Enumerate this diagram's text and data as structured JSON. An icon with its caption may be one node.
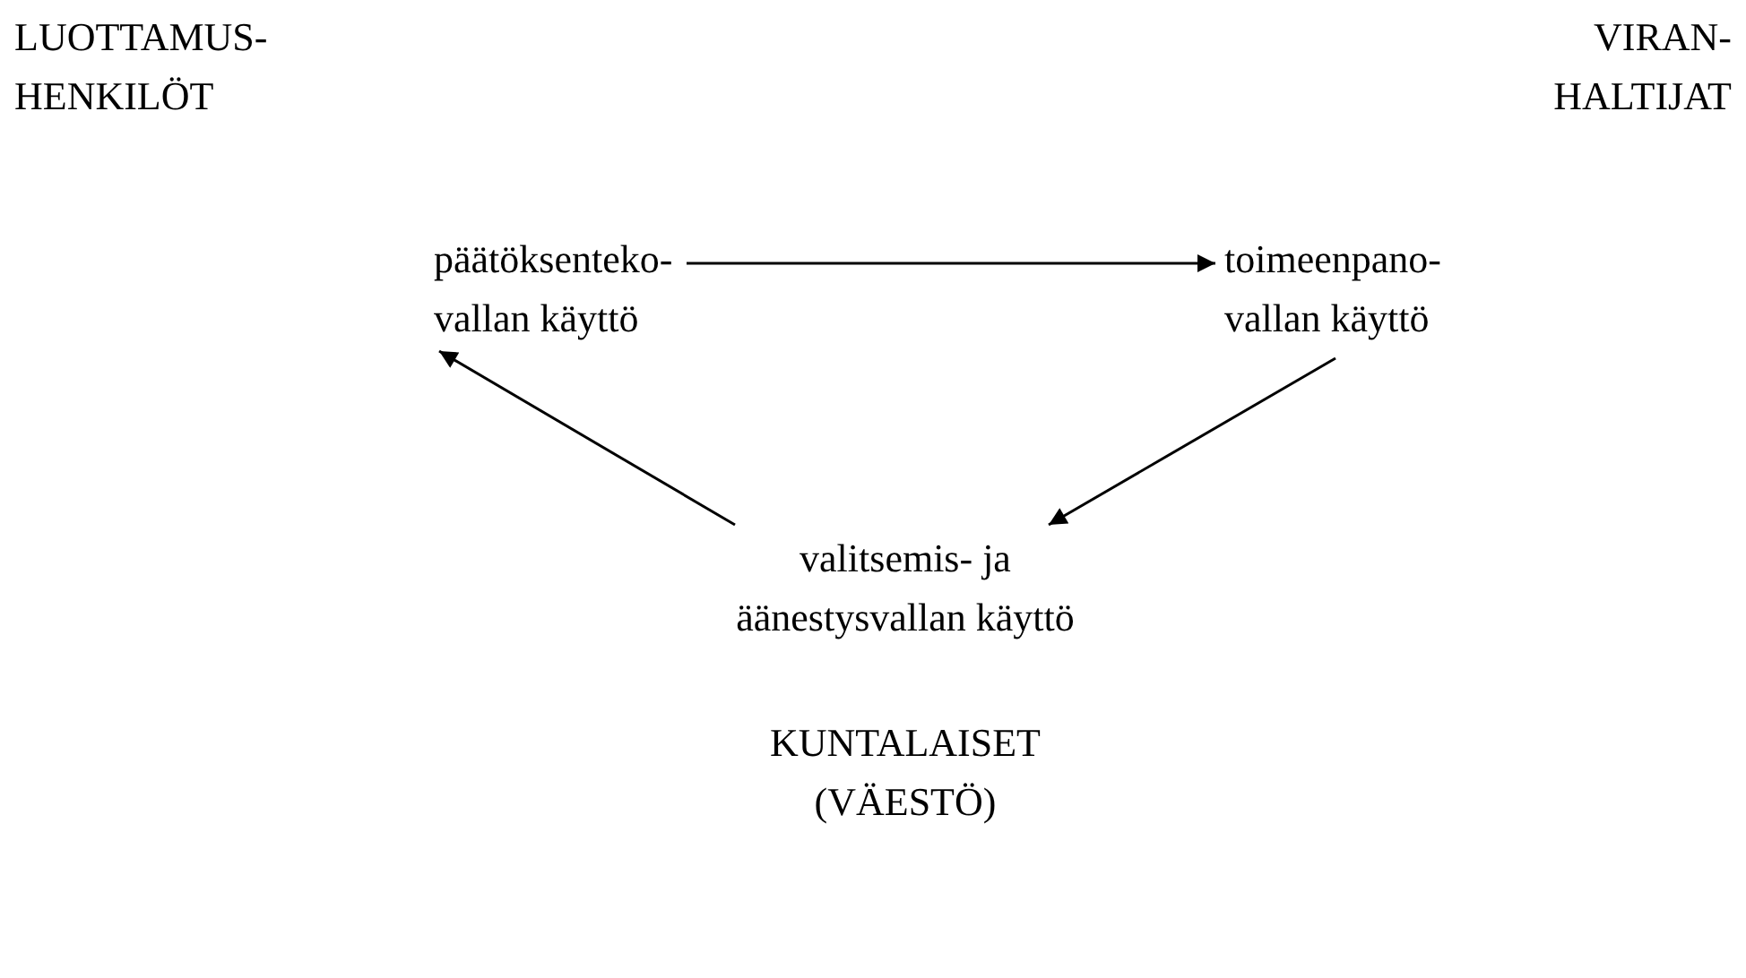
{
  "diagram": {
    "nodes": [
      {
        "text": [
          "päätöksenteko- vallan käyttö"
        ]
      },
      {
        "text": [
          "toimeenpano- vallan käyttö"
        ]
      },
      {
        "text": [
          "valitsemis- ja äänestysvallan käyttö"
        ]
      }
    ],
    "edges": [
      {
        "from": 0,
        "to": 1,
        "arrow": "to"
      },
      {
        "from": 1,
        "to": 2,
        "arrow": "to"
      },
      {
        "from": 2,
        "to": 0,
        "arrow": "to"
      }
    ],
    "labels": [
      "LUOTTAMUS- HENKILÖT",
      "VIRAN- HALTIJAT",
      "KUNTALAISET (VÄESTÖ)"
    ]
  }
}
